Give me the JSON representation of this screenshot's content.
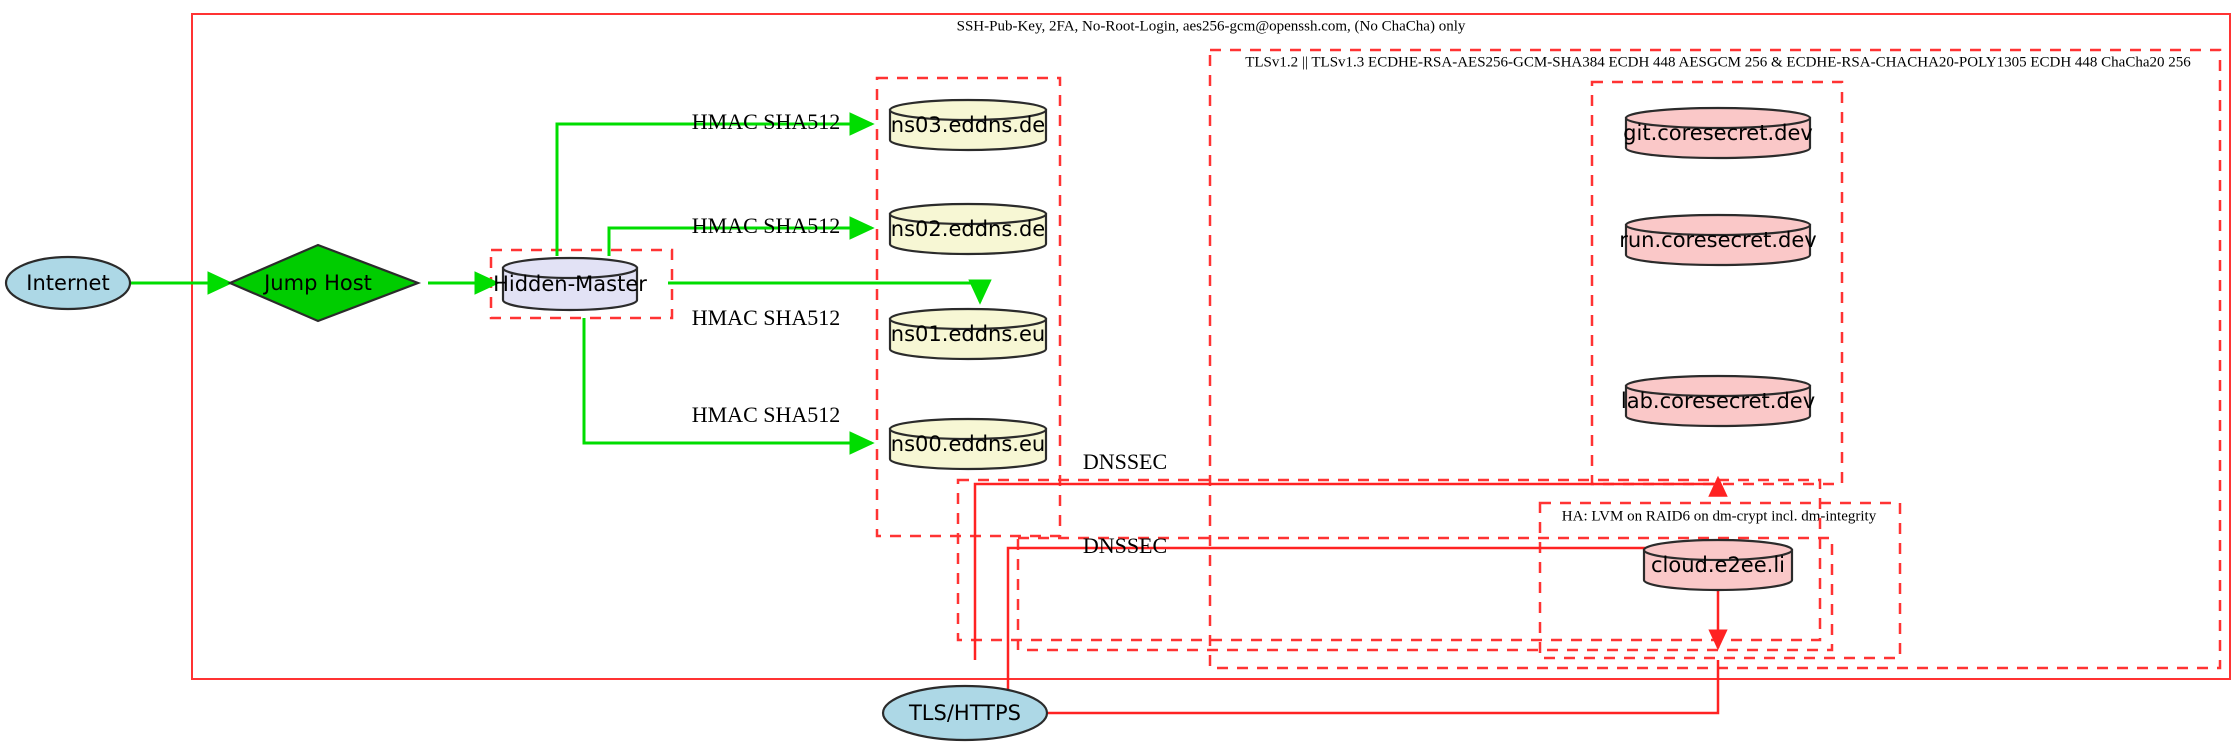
{
  "diagram": {
    "title_top_label": "SSH-Pub-Key, 2FA, No-Root-Login, aes256-gcm@openssh.com, (No ChaCha) only",
    "tls_cluster_label": "TLSv1.2 || TLSv1.3 ECDHE-RSA-AES256-GCM-SHA384 ECDH 448 AESGCM 256 & ECDHE-RSA-CHACHA20-POLY1305 ECDH 448 ChaCha20 256",
    "ha_cluster_label": "HA: LVM on RAID6 on dm-crypt incl. dm-integrity"
  },
  "nodes": {
    "internet": {
      "label": "Internet",
      "shape": "ellipse",
      "color": "#add8e6"
    },
    "jump_host": {
      "label": "Jump Host",
      "shape": "diamond",
      "color": "#00cc00"
    },
    "hidden_master": {
      "label": "Hidden-Master",
      "shape": "cylinder",
      "color": "#e2e2f5"
    },
    "ns03": {
      "label": "ns03.eddns.de",
      "shape": "cylinder",
      "color": "#f7f7d4"
    },
    "ns02": {
      "label": "ns02.eddns.de",
      "shape": "cylinder",
      "color": "#f7f7d4"
    },
    "ns01": {
      "label": "ns01.eddns.eu",
      "shape": "cylinder",
      "color": "#f7f7d4"
    },
    "ns00": {
      "label": "ns00.eddns.eu",
      "shape": "cylinder",
      "color": "#f7f7d4"
    },
    "git": {
      "label": "git.coresecret.dev",
      "shape": "cylinder",
      "color": "#fac8c8"
    },
    "run": {
      "label": "run.coresecret.dev",
      "shape": "cylinder",
      "color": "#fac8c8"
    },
    "lab": {
      "label": "lab.coresecret.dev",
      "shape": "cylinder",
      "color": "#fac8c8"
    },
    "cloud": {
      "label": "cloud.e2ee.li",
      "shape": "cylinder",
      "color": "#fac8c8"
    },
    "tls_https": {
      "label": "TLS/HTTPS",
      "shape": "ellipse",
      "color": "#add8e6"
    }
  },
  "edges": {
    "hmac_ns03": "HMAC SHA512",
    "hmac_ns02": "HMAC SHA512",
    "hmac_ns01": "HMAC SHA512",
    "hmac_ns00": "HMAC SHA512",
    "dnssec_upper": "DNSSEC",
    "dnssec_lower": "DNSSEC"
  },
  "colors": {
    "cluster_border": "#ff3333",
    "edge_green": "#00dd00",
    "edge_red": "#ff2222",
    "node_stroke": "#2b2b2b"
  }
}
